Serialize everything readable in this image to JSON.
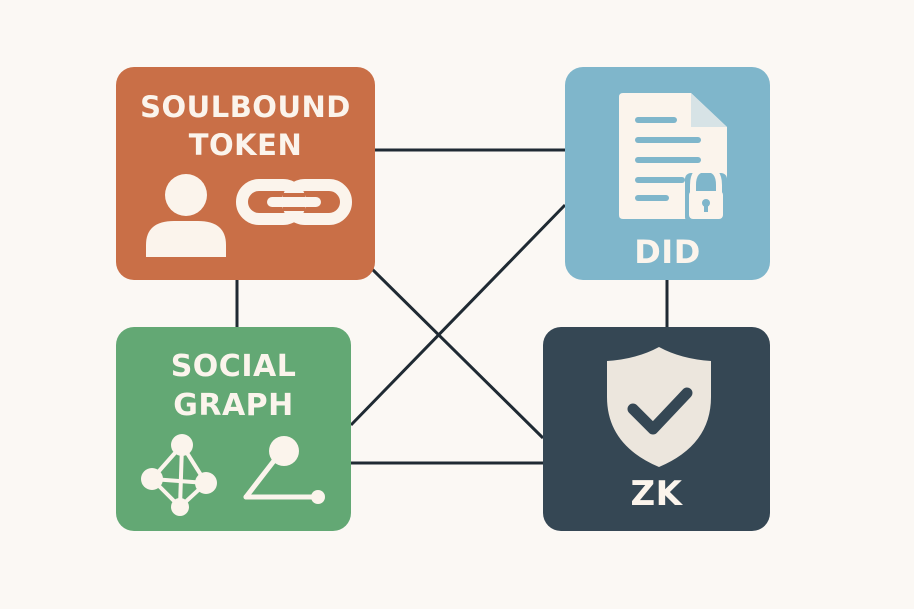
{
  "colors": {
    "background": "#fbf8f4",
    "line": "#1f2a33",
    "icon_fill": "#fbf4ec",
    "soulbound": "#c96f47",
    "did": "#7fb6cb",
    "social": "#63a874",
    "zk": "#354754"
  },
  "nodes": {
    "soulbound": {
      "title_line1": "SOULBOUND",
      "title_line2": "TOKEN",
      "icons": [
        "user-icon",
        "chain-link-icon"
      ]
    },
    "did": {
      "title": "DID",
      "icons": [
        "document-lock-icon"
      ]
    },
    "social": {
      "title_line1": "SOCIAL",
      "title_line2": "GRAPH",
      "icons": [
        "network-graph-icon",
        "node-link-icon"
      ]
    },
    "zk": {
      "title": "ZK",
      "icons": [
        "shield-check-icon"
      ]
    }
  },
  "edges": [
    {
      "from": "soulbound",
      "to": "did"
    },
    {
      "from": "soulbound",
      "to": "social"
    },
    {
      "from": "soulbound",
      "to": "zk"
    },
    {
      "from": "did",
      "to": "social"
    },
    {
      "from": "did",
      "to": "zk"
    },
    {
      "from": "social",
      "to": "zk"
    }
  ]
}
